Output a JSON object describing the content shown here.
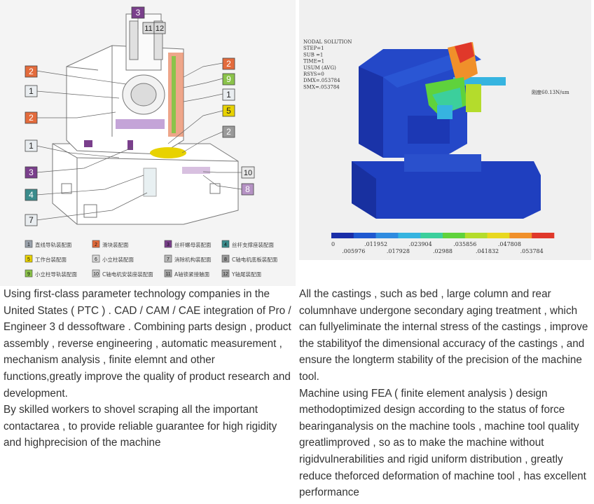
{
  "diagram": {
    "callout_numbers": [
      "3",
      "11",
      "12",
      "2",
      "2",
      "1",
      "9",
      "1",
      "1",
      "5",
      "2",
      "2",
      "1",
      "3",
      "10",
      "4",
      "8",
      "7"
    ],
    "legend": [
      {
        "num": "1",
        "color": "#9aa2ac",
        "label": "直线导轨装配面"
      },
      {
        "num": "2",
        "color": "#e36b3c",
        "label": "滑块装配面"
      },
      {
        "num": "3",
        "color": "#7a3f8c",
        "label": "丝杆螺母装配面"
      },
      {
        "num": "4",
        "color": "#3a8c8c",
        "label": "丝杆支撑座装配面"
      },
      {
        "num": "5",
        "color": "#e8d200",
        "label": "工作台装配面"
      },
      {
        "num": "6",
        "color": "#d8d8d8",
        "label": "小立柱装配面"
      },
      {
        "num": "7",
        "color": "#b8b8b8",
        "label": "消除机构装配面"
      },
      {
        "num": "8",
        "color": "#9a9a9a",
        "label": "C轴电机底板装配面"
      },
      {
        "num": "9",
        "color": "#8bc34a",
        "label": "小立柱导轨装配面"
      },
      {
        "num": "10",
        "color": "#cfcfcf",
        "label": "C轴电机安装座装配面"
      },
      {
        "num": "11",
        "color": "#a8a8a8",
        "label": "A轴锁紧接触面"
      },
      {
        "num": "12",
        "color": "#a8a8a8",
        "label": "Y轴尾装配面"
      }
    ]
  },
  "fea": {
    "header_lines": [
      "NODAL SOLUTION",
      "STEP=1",
      "SUB =1",
      "TIME=1",
      "USUM  (AVG)",
      "RSYS=0",
      "DMX=.053784",
      "SMX=.053784"
    ],
    "stiffness_label": "刚度60.13N/um",
    "colors": [
      "#1a2ea8",
      "#1f58d0",
      "#2f8be0",
      "#36b4e0",
      "#3ccf9c",
      "#5fd23c",
      "#b4dc2c",
      "#e8d820",
      "#f0902a",
      "#e0382a"
    ],
    "scale_top": [
      "0",
      ".011952",
      ".023904",
      ".035856",
      ".047808"
    ],
    "scale_bottom": [
      ".005976",
      ".017928",
      ".02988",
      ".041832",
      ".053784"
    ]
  },
  "text": {
    "left": "Using first-class parameter technology companies in the United States ( PTC ) . CAD / CAM / CAE integration of Pro / Engineer 3 d dessoftware . Combining parts design , product assembly , reverse engineering , automatic measurement , mechanism analysis , finite elemnt and other functions,greatly improve the quality of product research and development.",
    "left2": "By skilled workers to shovel scraping all the important contactarea , to provide reliable guarantee for high rigidity and highprecision of the machine",
    "right": "All the castings , such as bed , large column and rear columnhave undergone secondary aging treatment , which can fullyeliminate the internal stress of the castings , improve the stabilityof the dimensional accuracy of the castings , and ensure the longterm stability of the precision of the machine tool.",
    "right2": "Machine using FEA ( finite element analysis ) design methodoptimized design according to the status of force bearinganalysis on the machine tools , machine tool quality greatlimproved , so as to make the machine without rigidvulnerabilities and rigid uniform distribution , greatly reduce theforced deformation of machine tool , has excellent performance"
  }
}
